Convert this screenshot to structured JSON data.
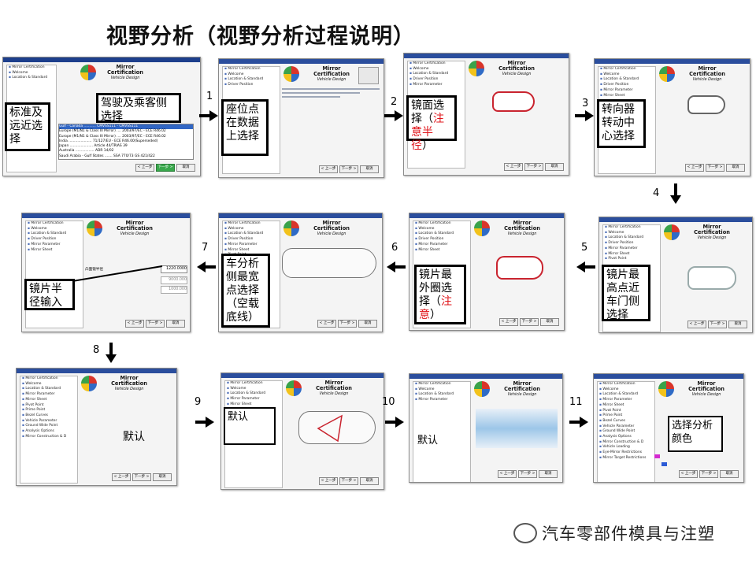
{
  "title": "视野分析（视野分析过程说明）",
  "steps": [
    {
      "num": "1"
    },
    {
      "num": "2"
    },
    {
      "num": "3"
    },
    {
      "num": "4"
    },
    {
      "num": "5"
    },
    {
      "num": "6"
    },
    {
      "num": "7"
    },
    {
      "num": "8"
    },
    {
      "num": "9"
    },
    {
      "num": "10"
    },
    {
      "num": "11"
    }
  ],
  "callouts": {
    "c1a": "驾驶及乘客侧选择",
    "c1b": "标准及远近选择",
    "c2": "座位点在数据上选择",
    "c3_pre": "镜面选择（",
    "c3_red": "注意半径",
    "c3_post": "）",
    "c4": "转向器转动中心选择",
    "c5": "镜片最高点近车门侧选择",
    "c6_pre": "镜片最外圈选择（",
    "c6_red": "注意",
    "c6_post": "）",
    "c7": "车分析侧最宽点选择（空载底线）",
    "c8": "镜片半径输入",
    "c9": "默认",
    "c10": "默认",
    "c11": "默认",
    "c12": "选择分析颜色"
  },
  "dialog": {
    "app_name": "Mirror Certification",
    "app_sub": "Vehicle Design",
    "btn_back": "< 上一步",
    "btn_next": "下一步 >",
    "btn_cancel": "取消",
    "tree": [
      "Mirror Certification",
      "Welcome",
      "Location & Standard",
      "Driver Position",
      "Mirror Parameter",
      "Mirror Sheet",
      "Pivot Point",
      "Prime Point",
      "Bezel Curves",
      "Vehicle Parameter",
      "Ground Wide Point",
      "Analysis Options",
      "Mirror Construction & D",
      "Vehicle Loading",
      "Eye-Mirror Restrictions",
      "Mirror Target Restrictions"
    ],
    "standards": [
      "Gulf - Canada ........... CMVSS111 - CMVSS111",
      "Europe (M1/N1 & Class III Mirror) .... 2003/97/EC - ECE R46.02",
      "Europe (M1/N1 & Class III Mirror) .... 2003/97/EC - ECE R46.02",
      "India ..................... 71/127/EU - ECE R46.00(Superseded)",
      "Japan ..................... Article 44/TRIAS 39",
      "Australia ................. ADR 14/02",
      "Saudi Arabia - Gulf States ....... SSA 770/73 GS 421/422"
    ],
    "radius_label": "凸面镜半径",
    "radius_value": "1220.0000",
    "value2": "9000.000",
    "value3": "1000.000"
  },
  "watermark": "汽车零部件模具与注塑"
}
